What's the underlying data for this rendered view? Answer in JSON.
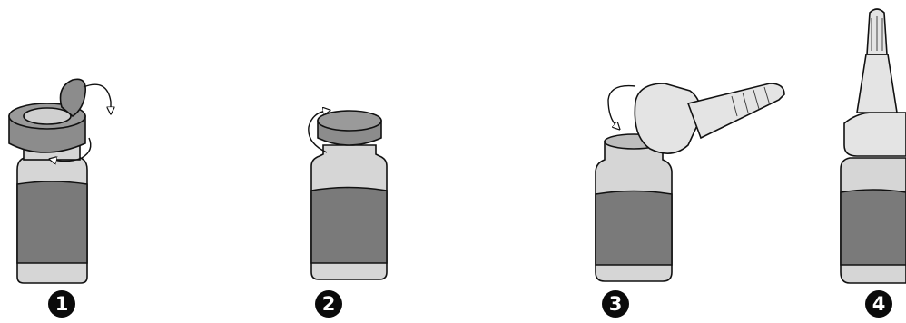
{
  "steps": [
    {
      "number": "1"
    },
    {
      "number": "2"
    },
    {
      "number": "3"
    },
    {
      "number": "4"
    }
  ],
  "colors": {
    "liquid": "#7a7a7a",
    "glass": "#d6d6d6",
    "cap": "#8c8c8c",
    "dropper": "#e4e4e4",
    "outline": "#111111"
  }
}
